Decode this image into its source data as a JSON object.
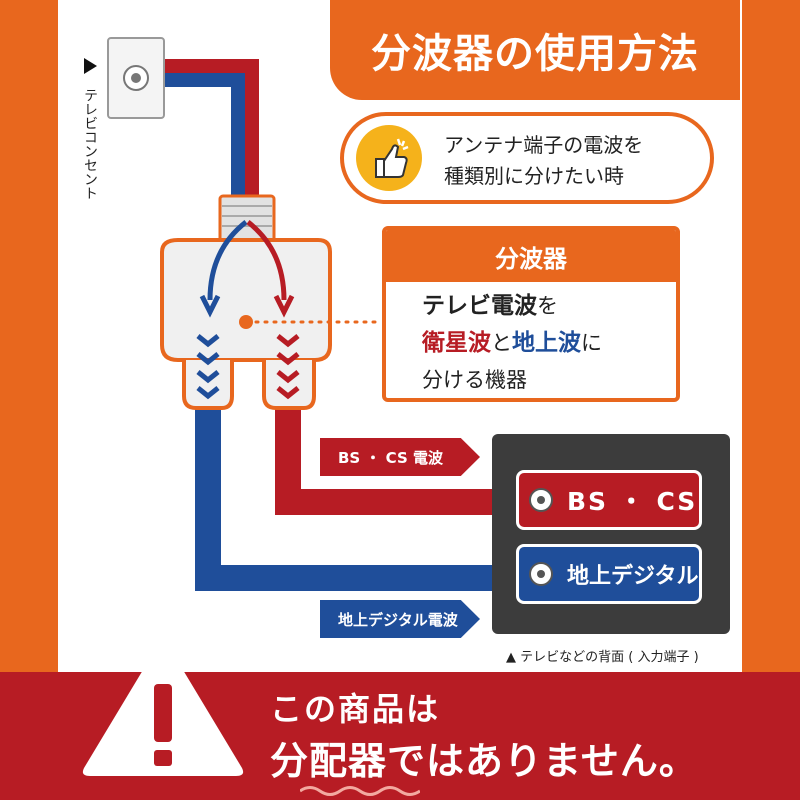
{
  "title": "分波器の使用方法",
  "usage_pill": {
    "line1": "アンテナ端子の電波を",
    "line2": "種類別に分けたい時"
  },
  "splitter_info": {
    "heading": "分波器",
    "line1_bold": "テレビ電波",
    "line1_rest": "を",
    "line2_red": "衛星波",
    "line2_mid": "と",
    "line2_blue": "地上波",
    "line2_rest": "に",
    "line3": "分ける機器"
  },
  "outlet_label": "テレビコンセント",
  "signal_tags": {
    "bs_cs": "BS ・ CS 電波",
    "terrestrial": "地上デジタル電波"
  },
  "tv_ports": {
    "bs_cs": "BS ・ CS",
    "terrestrial": "地上デジタル"
  },
  "tv_caption": "▲ テレビなどの背面 ( 入力端子 )",
  "notice": {
    "line1": "この商品は",
    "line2": "分配器ではありません。"
  },
  "colors": {
    "orange": "#e8671e",
    "red": "#b71c24",
    "blue": "#1f4e9a",
    "dark": "#3c3c3c",
    "yellow": "#f5b21b"
  },
  "icons": [
    "thumbs-up-icon",
    "coax-jack-icon",
    "warning-icon",
    "chevron-down-icon",
    "arrow-down-icon"
  ]
}
